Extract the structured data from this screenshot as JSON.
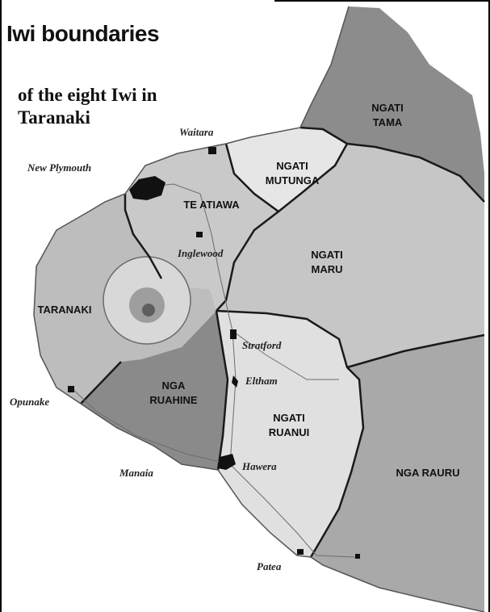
{
  "title": "Iwi boundaries",
  "subtitle": "of the eight Iwi in Taranaki",
  "colors": {
    "ngati_tama": "#8c8c8c",
    "ngati_mutunga": "#e6e6e6",
    "ngati_maru": "#c6c6c6",
    "te_atiawa": "#c9c9c9",
    "taranaki": "#bdbdbd",
    "nga_ruahine": "#8a8a8a",
    "ngati_ruanui": "#e0e0e0",
    "nga_rauru": "#a9a9a9",
    "boundary": "#1a1a1a"
  },
  "iwi": {
    "ngati_tama": [
      "NGATI",
      "TAMA"
    ],
    "ngati_mutunga": [
      "NGATI",
      "MUTUNGA"
    ],
    "te_atiawa": [
      "TE ATIAWA"
    ],
    "ngati_maru": [
      "NGATI",
      "MARU"
    ],
    "taranaki": [
      "TARANAKI"
    ],
    "nga_ruahine": [
      "NGA",
      "RUAHINE"
    ],
    "ngati_ruanui": [
      "NGATI",
      "RUANUI"
    ],
    "nga_rauru": [
      "NGA RAURU"
    ]
  },
  "towns": {
    "waitara": "Waitara",
    "new_plymouth": "New Plymouth",
    "inglewood": "Inglewood",
    "stratford": "Stratford",
    "eltham": "Eltham",
    "opunake": "Opunake",
    "manaia": "Manaia",
    "hawera": "Hawera",
    "patea": "Patea"
  }
}
